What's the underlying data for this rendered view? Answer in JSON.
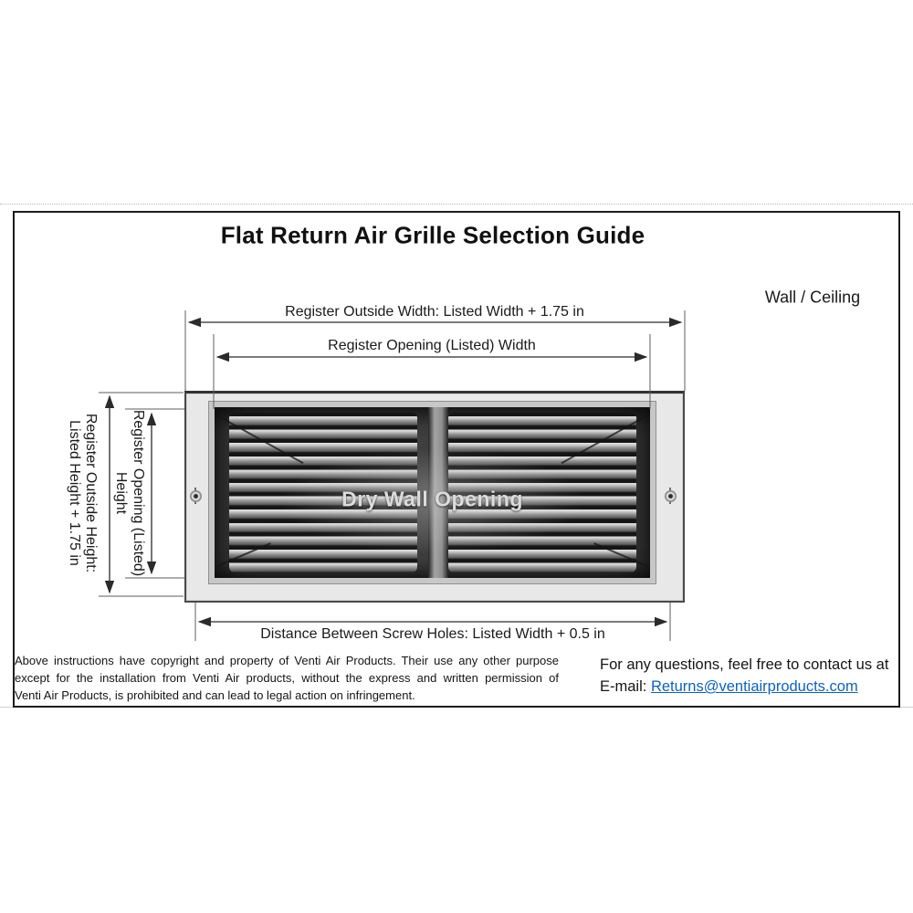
{
  "page": {
    "title": "Flat Return Air Grille Selection Guide",
    "mount_label": "Wall / Ceiling"
  },
  "dimensions": {
    "outside_width": "Register Outside Width: Listed Width + 1.75 in",
    "opening_width": "Register Opening (Listed) Width",
    "outside_height_line1": "Register Outside Height:",
    "outside_height_line2": "Listed Height + 1.75 in",
    "opening_height_line1": "Register Opening (Listed)",
    "opening_height_line2": "Height",
    "screw_distance": "Distance Between Screw Holes: Listed Width + 0.5 in"
  },
  "grille": {
    "center_label": "Dry Wall Opening"
  },
  "footer": {
    "copyright_lines": [
      "Above instructions have copyright and property of Venti Air Products. Their use any other purpose",
      "except for the installation from Venti Air products, without the express and written permission of",
      "Venti Air Products, is prohibited and can lead to legal action on infringement."
    ],
    "contact_line": "For any questions, feel free to contact us at",
    "email_label": "E-mail:",
    "email_link": "Returns@ventiairproducts.com"
  },
  "colors": {
    "link": "#0b62c4",
    "dimension_line": "#2b2b2b",
    "frame_gray": "#e8e8e8"
  }
}
